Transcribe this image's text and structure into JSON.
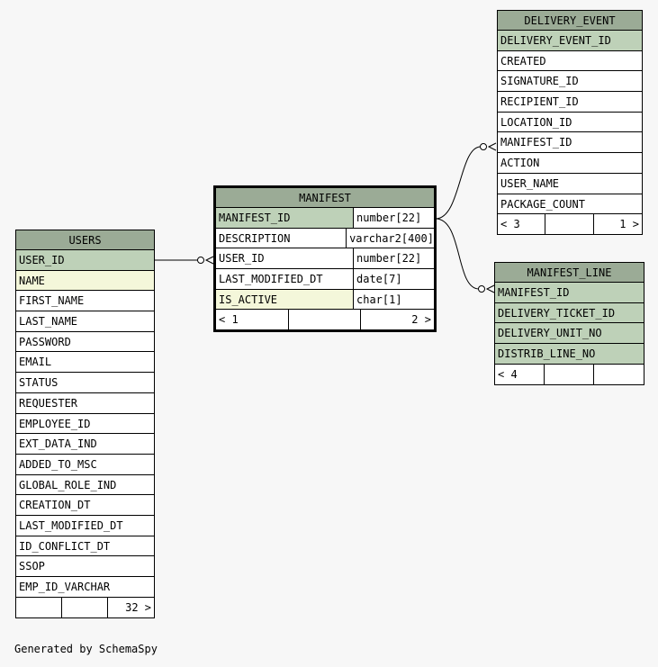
{
  "tables": {
    "users": {
      "name": "USERS",
      "columns": [
        {
          "name": "USER_ID",
          "style": "pk"
        },
        {
          "name": "NAME",
          "style": "idx"
        },
        {
          "name": "FIRST_NAME",
          "style": ""
        },
        {
          "name": "LAST_NAME",
          "style": ""
        },
        {
          "name": "PASSWORD",
          "style": ""
        },
        {
          "name": "EMAIL",
          "style": ""
        },
        {
          "name": "STATUS",
          "style": ""
        },
        {
          "name": "REQUESTER",
          "style": ""
        },
        {
          "name": "EMPLOYEE_ID",
          "style": ""
        },
        {
          "name": "EXT_DATA_IND",
          "style": ""
        },
        {
          "name": "ADDED_TO_MSC",
          "style": ""
        },
        {
          "name": "GLOBAL_ROLE_IND",
          "style": ""
        },
        {
          "name": "CREATION_DT",
          "style": ""
        },
        {
          "name": "LAST_MODIFIED_DT",
          "style": ""
        },
        {
          "name": "ID_CONFLICT_DT",
          "style": ""
        },
        {
          "name": "SSOP",
          "style": ""
        },
        {
          "name": "EMP_ID_VARCHAR",
          "style": ""
        }
      ],
      "footer": [
        "",
        "",
        "32 >"
      ]
    },
    "manifest": {
      "name": "MANIFEST",
      "columns": [
        {
          "name": "MANIFEST_ID",
          "type": "number[22]",
          "style": "pk"
        },
        {
          "name": "DESCRIPTION",
          "type": "varchar2[400]",
          "style": ""
        },
        {
          "name": "USER_ID",
          "type": "number[22]",
          "style": ""
        },
        {
          "name": "LAST_MODIFIED_DT",
          "type": "date[7]",
          "style": ""
        },
        {
          "name": "IS_ACTIVE",
          "type": "char[1]",
          "style": "idx"
        }
      ],
      "footer": [
        "< 1",
        "",
        "2 >"
      ]
    },
    "delivery_event": {
      "name": "DELIVERY_EVENT",
      "columns": [
        {
          "name": "DELIVERY_EVENT_ID",
          "style": "pk"
        },
        {
          "name": "CREATED",
          "style": ""
        },
        {
          "name": "SIGNATURE_ID",
          "style": ""
        },
        {
          "name": "RECIPIENT_ID",
          "style": ""
        },
        {
          "name": "LOCATION_ID",
          "style": ""
        },
        {
          "name": "MANIFEST_ID",
          "style": ""
        },
        {
          "name": "ACTION",
          "style": ""
        },
        {
          "name": "USER_NAME",
          "style": ""
        },
        {
          "name": "PACKAGE_COUNT",
          "style": ""
        }
      ],
      "footer": [
        "< 3",
        "",
        "1 >"
      ]
    },
    "manifest_line": {
      "name": "MANIFEST_LINE",
      "columns": [
        {
          "name": "MANIFEST_ID",
          "style": "pk"
        },
        {
          "name": "DELIVERY_TICKET_ID",
          "style": "pk"
        },
        {
          "name": "DELIVERY_UNIT_NO",
          "style": "pk"
        },
        {
          "name": "DISTRIB_LINE_NO",
          "style": "pk"
        }
      ],
      "footer": [
        "< 4",
        "",
        ""
      ]
    }
  },
  "footer_text": "Generated by SchemaSpy"
}
